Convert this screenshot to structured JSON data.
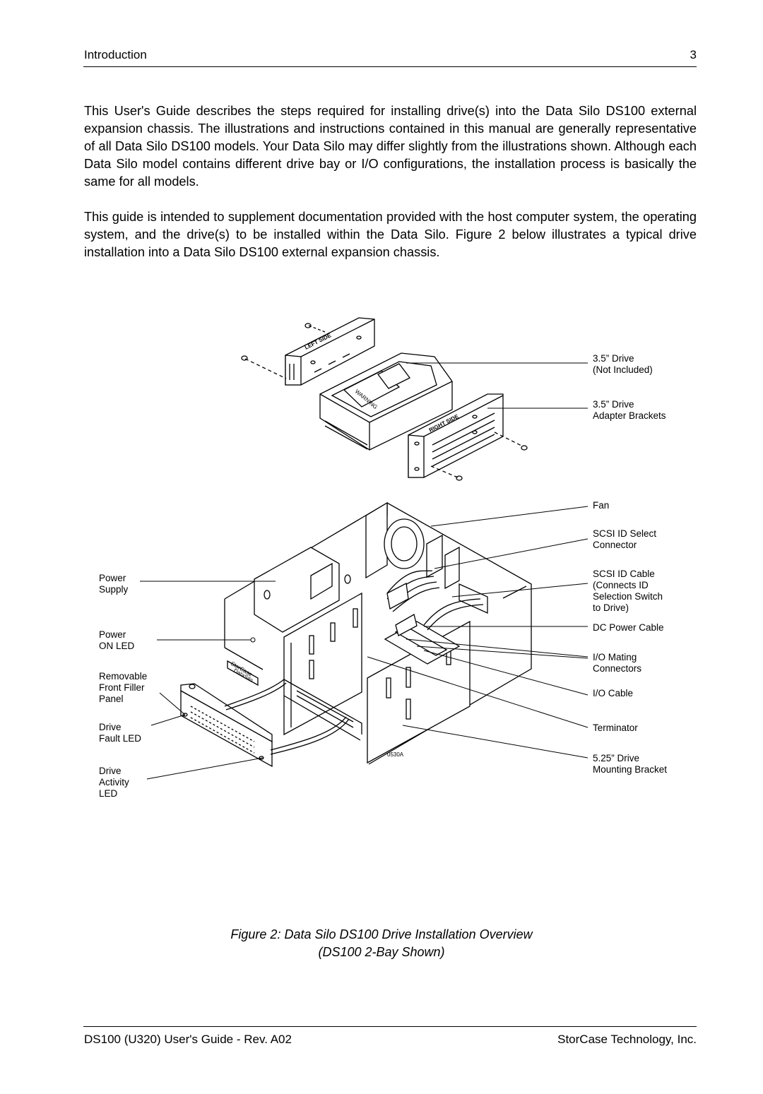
{
  "header": {
    "title": "Introduction",
    "page_number": "3"
  },
  "body": {
    "paragraph1": "This User's Guide describes the steps required for installing drive(s) into the Data Silo DS100 external expansion chassis.  The illustrations and instructions contained in this manual are generally representative of all Data Silo DS100 models.  Your Data Silo may differ slightly from the illustrations shown.  Although each Data Silo model contains different drive bay or I/O configurations, the installation process is basically the same for all models.",
    "paragraph2": "This guide is intended to supplement documentation provided with the host computer system, the operating system,  and the drive(s) to be installed within the Data Silo.  Figure 2 below illustrates a typical drive installation into a Data Silo DS100 external expansion chassis."
  },
  "figure": {
    "bracket_labels": {
      "left_side": "LEFT SIDE",
      "right_side": "RIGHT SIDE",
      "warning": "WARNING",
      "logo_line1": "StorCase",
      "logo_line2": "DataSilo"
    },
    "figure_code": "0530A",
    "callouts_right": [
      {
        "line1": "3.5” Drive",
        "line2": "(Not Included)"
      },
      {
        "line1": "3.5” Drive",
        "line2": "Adapter Brackets"
      },
      {
        "line1": "Fan"
      },
      {
        "line1": "SCSI ID Select",
        "line2": "Connector"
      },
      {
        "line1": "SCSI ID Cable",
        "line2": "(Connects ID",
        "line3": "Selection Switch",
        "line4": "to Drive)"
      },
      {
        "line1": "DC Power Cable"
      },
      {
        "line1": "I/O Mating",
        "line2": "Connectors"
      },
      {
        "line1": "I/O Cable"
      },
      {
        "line1": "Terminator"
      },
      {
        "line1": "5.25” Drive",
        "line2": "Mounting Bracket"
      }
    ],
    "callouts_left": [
      {
        "line1": "Power",
        "line2": "Supply"
      },
      {
        "line1": "Power",
        "line2": "ON LED"
      },
      {
        "line1": "Removable",
        "line2": "Front Filler",
        "line3": "Panel"
      },
      {
        "line1": "Drive",
        "line2": "Fault LED"
      },
      {
        "line1": "Drive",
        "line2": "Activity",
        "line3": "LED"
      }
    ],
    "caption_line1": "Figure 2:  Data Silo DS100 Drive Installation Overview",
    "caption_line2": "(DS100 2-Bay Shown)"
  },
  "footer": {
    "left": "DS100 (U320) User's Guide - Rev. A02",
    "right": "StorCase Technology, Inc."
  }
}
